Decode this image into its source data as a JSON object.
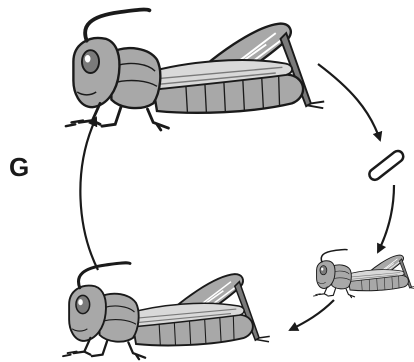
{
  "diagram": {
    "label": "G",
    "stages": [
      {
        "id": "adult",
        "icon": "adult-grasshopper-icon"
      },
      {
        "id": "egg",
        "icon": "egg-icon"
      },
      {
        "id": "nymph",
        "icon": "nymph-grasshopper-icon"
      },
      {
        "id": "young-adult",
        "icon": "young-grasshopper-icon"
      }
    ],
    "colors": {
      "outline": "#1a1a1a",
      "body": "#a8a8a8",
      "body_dark": "#7a7a7a",
      "body_light": "#d9d9d9"
    }
  }
}
